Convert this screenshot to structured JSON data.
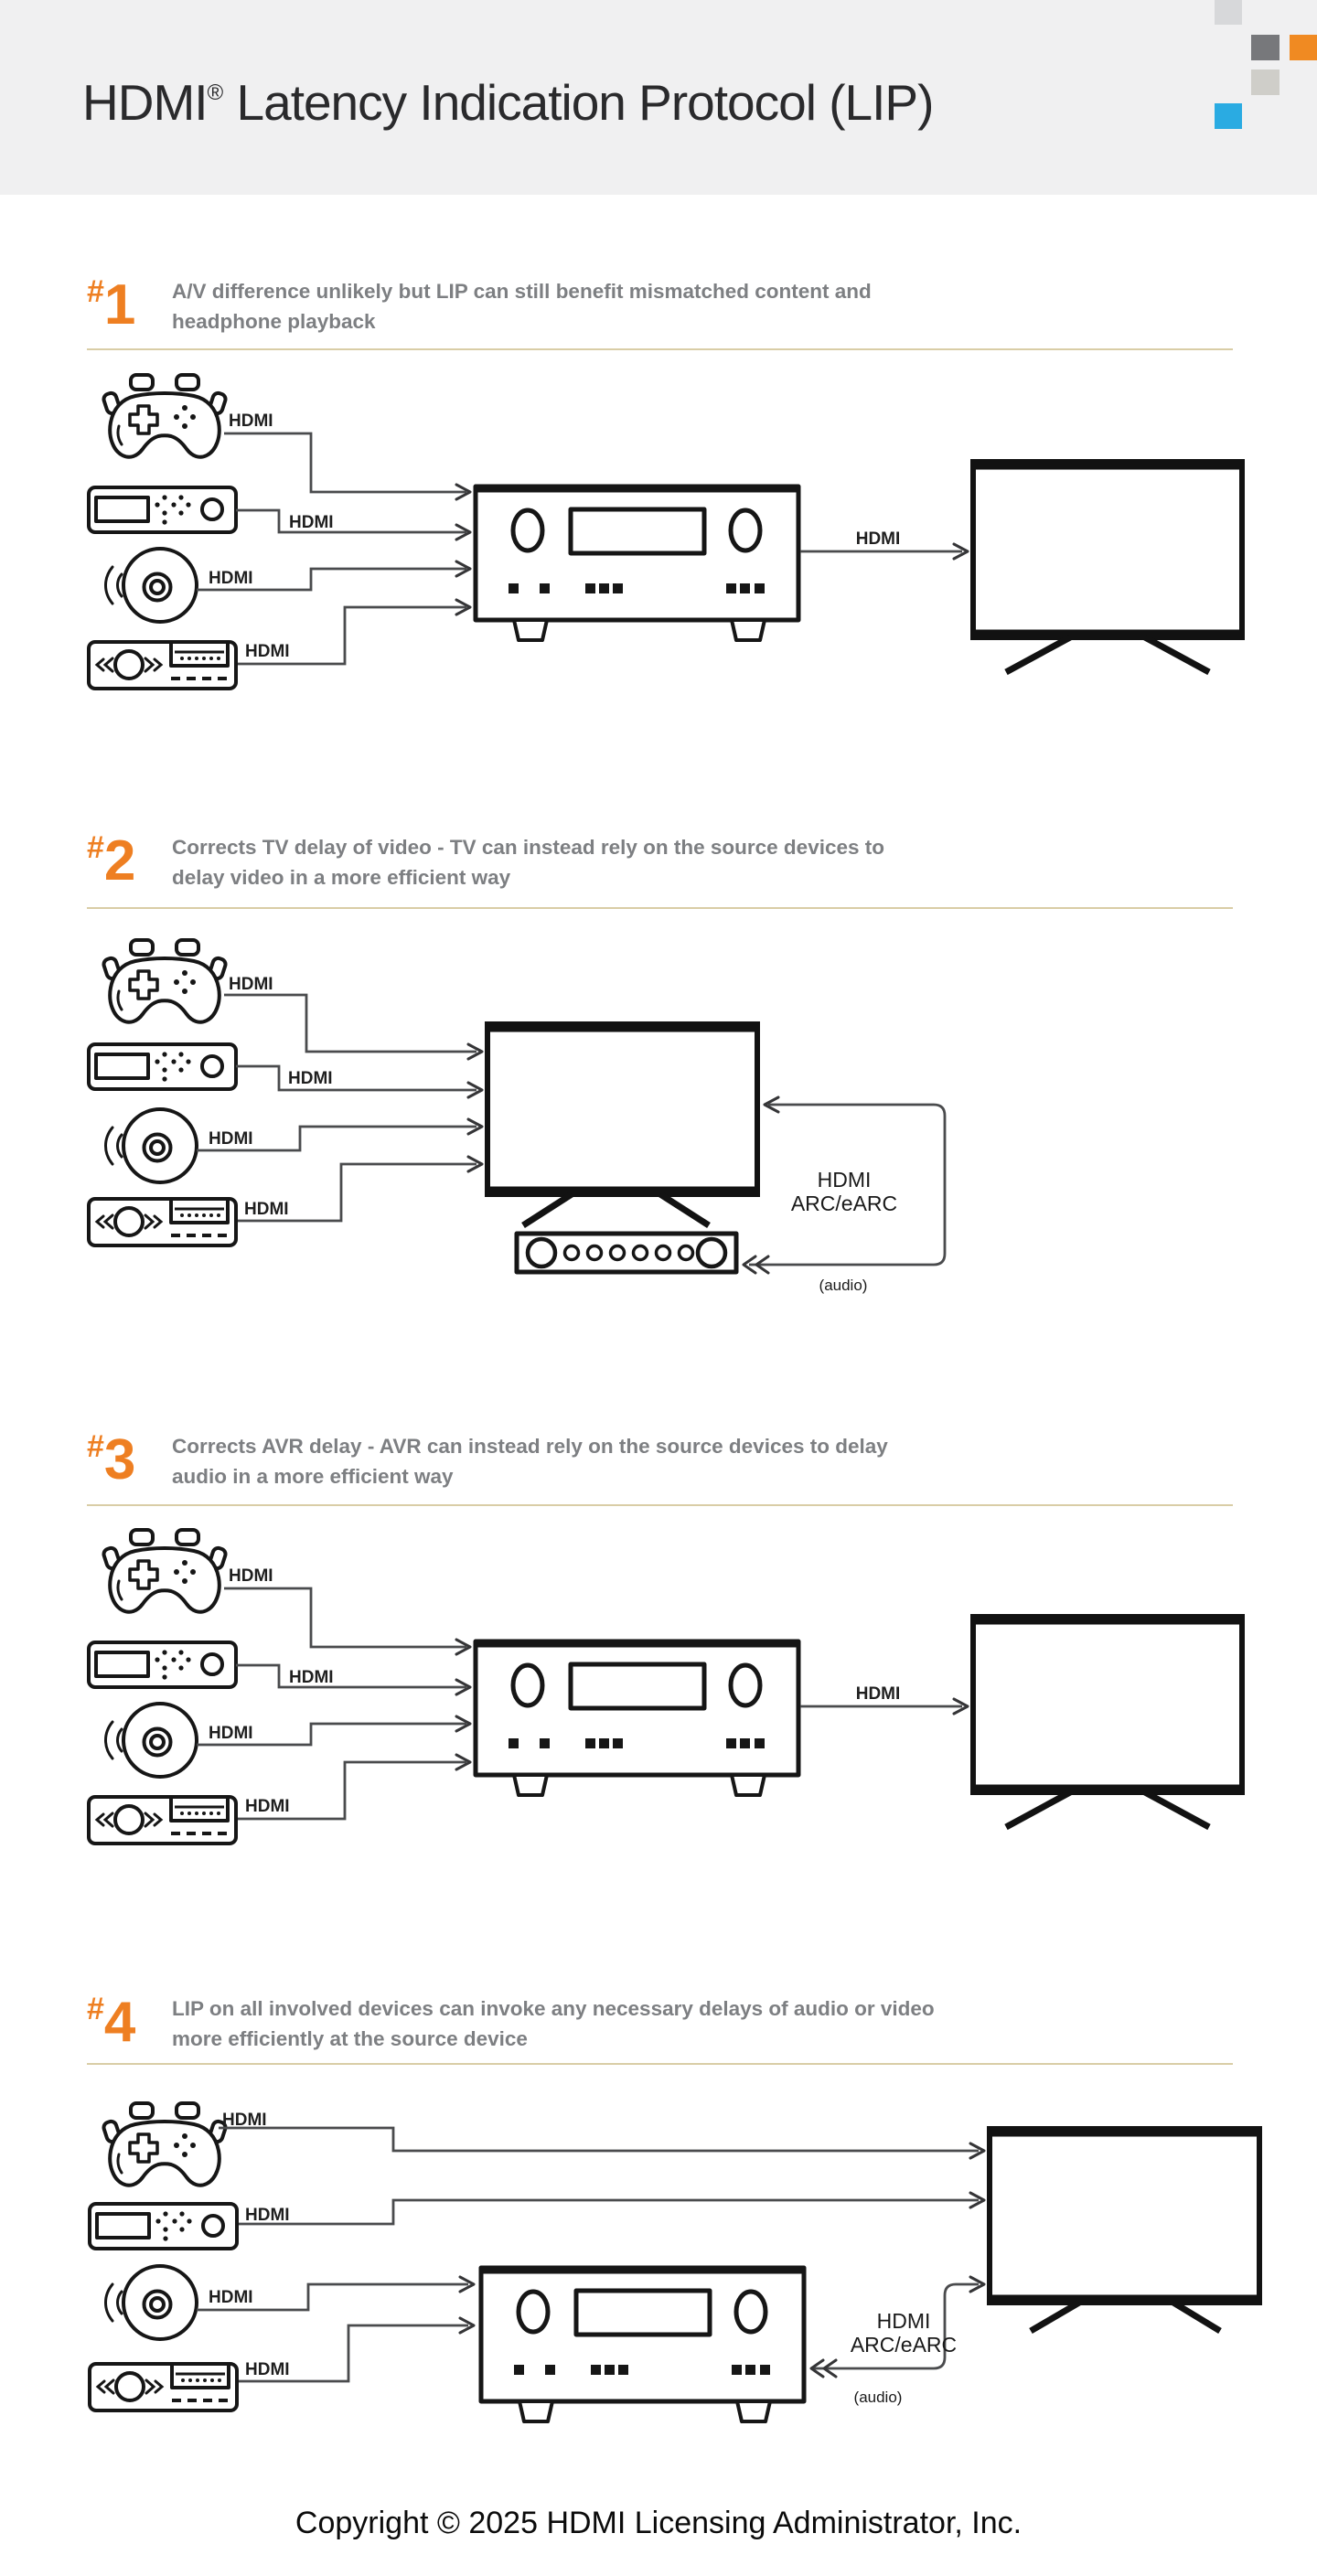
{
  "header": {
    "title_brand": "HDMI",
    "title_reg": "®",
    "title_rest": " Latency Indication Protocol (LIP)",
    "mosaic_colors": {
      "light_gray": "#d7d8da",
      "dark_gray": "#77787b",
      "orange": "#f08a22",
      "beige": "#cfcec9",
      "blue": "#2aabe2"
    },
    "background": "#f0f0f1"
  },
  "sections": [
    {
      "hash": "#",
      "number": "1",
      "line1": "A/V difference unlikely but LIP can still benefit mismatched content and",
      "line2": "headphone playback"
    },
    {
      "hash": "#",
      "number": "2",
      "line1": "Corrects TV delay of video - TV can instead rely on the source devices to",
      "line2": "delay video in a more efficient way"
    },
    {
      "hash": "#",
      "number": "3",
      "line1": "Corrects AVR delay - AVR can instead rely on the source devices to delay",
      "line2": "audio in a more efficient way"
    },
    {
      "hash": "#",
      "number": "4",
      "line1": "LIP on all involved devices can invoke any necessary delays of audio or video",
      "line2": "more efficiently at the source device"
    }
  ],
  "labels": {
    "hdmi": "HDMI",
    "arc_line1": "HDMI",
    "arc_line2": "ARC/eARC",
    "audio": "(audio)"
  },
  "icons": {
    "sources": [
      "game-controller-icon",
      "set-top-box-icon",
      "streaming-player-icon",
      "speaker-device-icon"
    ],
    "sinks": [
      "avr-icon",
      "tv-icon",
      "soundbar-icon"
    ]
  },
  "colors": {
    "accent_orange": "#ee7f22",
    "heading_gray": "#7d7f82",
    "divider_tan": "#d9cda6",
    "wire_gray": "#4a4b4d",
    "ink_black": "#161616"
  },
  "footer": {
    "copyright": "Copyright © 2025 HDMI Licensing Administrator, Inc."
  }
}
